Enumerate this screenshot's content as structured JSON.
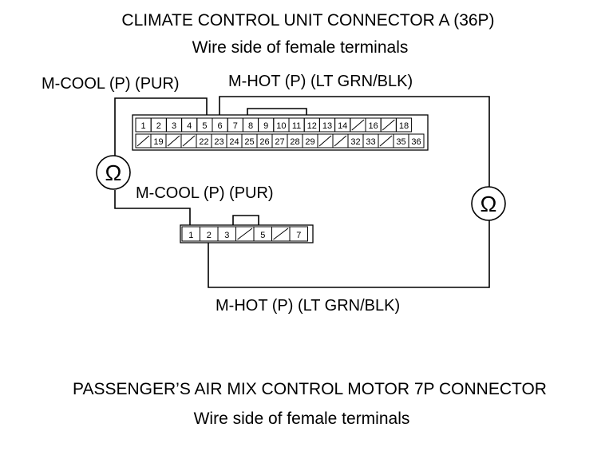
{
  "title": "CLIMATE CONTROL UNIT CONNECTOR A (36P)",
  "title_sub": "Wire side of female terminals",
  "footer_title": "PASSENGER’S AIR MIX CONTROL MOTOR 7P CONNECTOR",
  "footer_sub": "Wire side of female terminals",
  "wire_labels": {
    "mcool_top": "M-COOL (P) (PUR)",
    "mhot_top": "M-HOT (P) (LT GRN/BLK)",
    "mcool_mid": "M-COOL (P) (PUR)",
    "mhot_bottom": "M-HOT (P) (LT GRN/BLK)"
  },
  "ohm_symbol": "Ω",
  "connector_36p": {
    "row1": [
      "1",
      "2",
      "3",
      "4",
      "5",
      "6",
      "7",
      "8",
      "9",
      "10",
      "11",
      "12",
      "13",
      "14",
      "",
      "16",
      "",
      "18"
    ],
    "row2": [
      "",
      "19",
      "",
      "",
      "22",
      "23",
      "24",
      "25",
      "26",
      "27",
      "28",
      "29",
      "",
      "",
      "32",
      "33",
      "",
      "35",
      "36"
    ]
  },
  "connector_7p": {
    "cells": [
      "1",
      "2",
      "3",
      "",
      "5",
      "",
      "7"
    ]
  }
}
